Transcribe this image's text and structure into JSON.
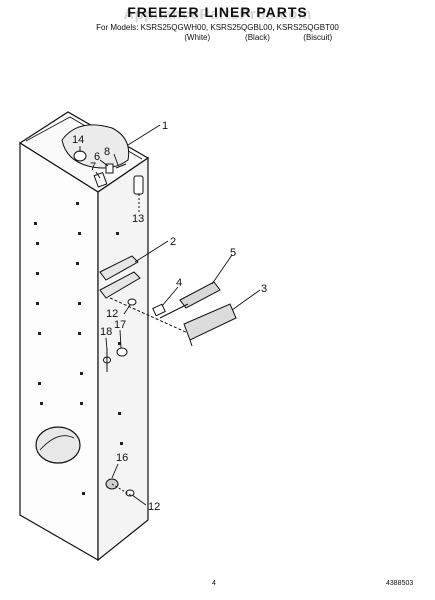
{
  "header": {
    "watermark": "AppliancePartsPros.com",
    "title": "FREEZER LINER PARTS",
    "models": "For Models: KSRS25QGWH00, KSRS25QGBL00, KSRS25QGBT00",
    "variants": [
      "(White)",
      "(Black)",
      "(Biscuit)"
    ]
  },
  "callouts": [
    {
      "id": "c1",
      "label": "1"
    },
    {
      "id": "c2",
      "label": "2"
    },
    {
      "id": "c3",
      "label": "3"
    },
    {
      "id": "c4",
      "label": "4"
    },
    {
      "id": "c5",
      "label": "5"
    },
    {
      "id": "c6",
      "label": "6"
    },
    {
      "id": "c7",
      "label": "7"
    },
    {
      "id": "c8",
      "label": "8"
    },
    {
      "id": "c12a",
      "label": "12"
    },
    {
      "id": "c12b",
      "label": "12"
    },
    {
      "id": "c13",
      "label": "13"
    },
    {
      "id": "c14",
      "label": "14"
    },
    {
      "id": "c16",
      "label": "16"
    },
    {
      "id": "c17",
      "label": "17"
    },
    {
      "id": "c18",
      "label": "18"
    }
  ],
  "footer": {
    "page_number": "4",
    "doc_number": "4388503"
  }
}
